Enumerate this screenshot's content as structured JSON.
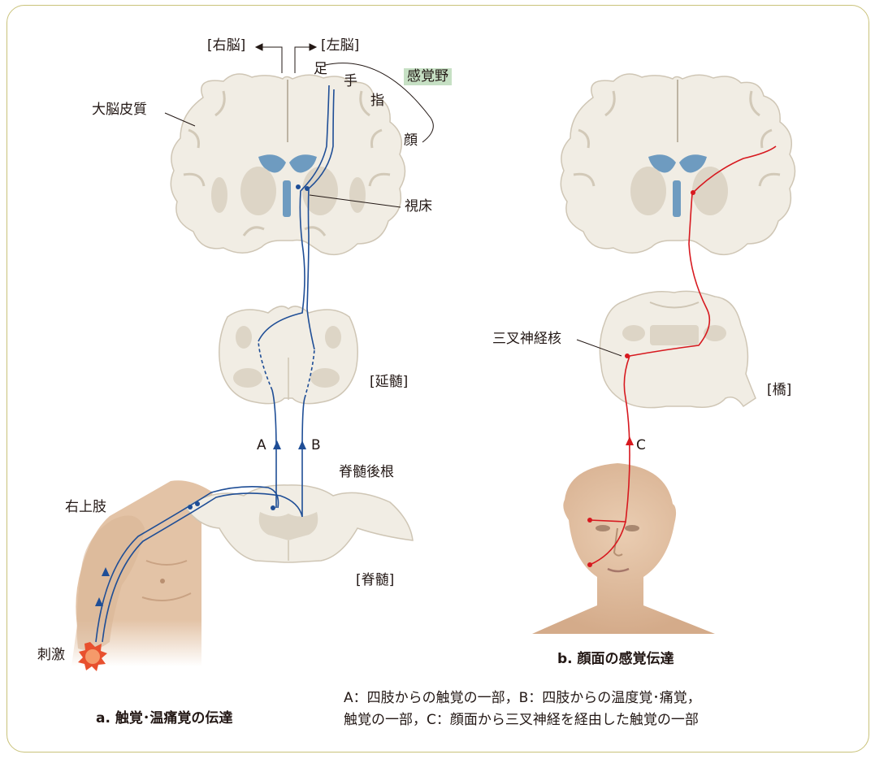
{
  "labels": {
    "right_brain": "[右脳]",
    "left_brain": "[左脳]",
    "foot": "足",
    "hand": "手",
    "finger": "指",
    "face": "顔",
    "sensory_area": "感覚野",
    "cerebral_cortex": "大脳皮質",
    "thalamus": "視床",
    "medulla": "[延髄]",
    "path_a": "A",
    "path_b": "B",
    "dorsal_root": "脊髄後根",
    "right_upper_limb": "右上肢",
    "spinal_cord": "[脊髄]",
    "stimulus": "刺激",
    "trigeminal_nucleus": "三叉神経核",
    "pons": "[橋]",
    "path_c": "C"
  },
  "captions": {
    "a": "a. 触覚･温痛覚の伝達",
    "b": "b. 顔面の感覚伝達"
  },
  "legend": {
    "line1": "A：四肢からの触覚の一部，B：四肢からの温度覚･痛覚，",
    "line2": "触覚の一部，C：顔面から三叉神経を経由した触覚の一部"
  },
  "colors": {
    "blue_pathway": "#1f4e96",
    "red_pathway": "#d7191f",
    "brain_tissue": "#f1ede4",
    "gray_matter": "#ddd5c6",
    "ventricle": "#6e9bc0",
    "skin": "#e3c3a6",
    "frame": "#c9c27a",
    "highlight": "#c6e0c4",
    "stimulus": "#e8502e"
  }
}
